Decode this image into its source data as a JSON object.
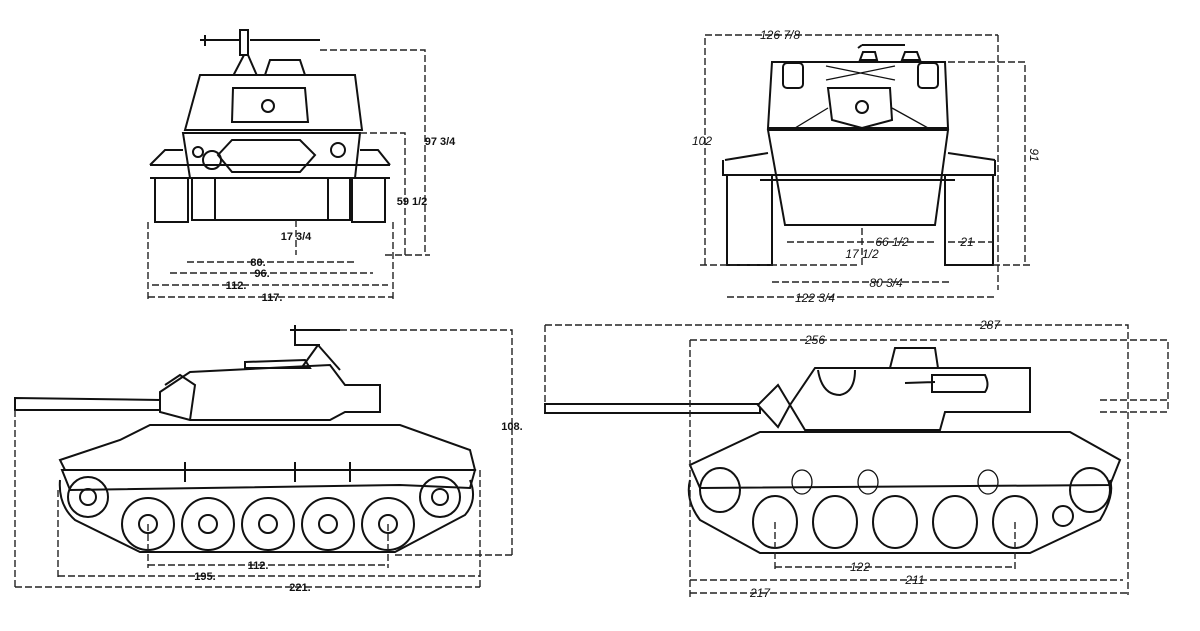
{
  "views": {
    "front_left": {
      "dimensions": {
        "height_total": "97 3/4",
        "hull_height": "59 1/2",
        "ground_clearance": "17 3/4",
        "track_inner": "80.",
        "track_center": "96.",
        "track_outer": "112.",
        "overall_width": "117."
      }
    },
    "rear_right": {
      "dimensions": {
        "overall_width_top": "126 7/8",
        "height_left": "102",
        "height_right": "91",
        "inner_span": "66 1/2",
        "track_width": "21",
        "ground_clearance": "17 1/2",
        "track_center": "80 3/4",
        "overall_width": "122 3/4"
      }
    },
    "side_left": {
      "dimensions": {
        "height": "108.",
        "wheelbase": "112.",
        "hull_length": "195.",
        "overall_length": "221."
      }
    },
    "side_right": {
      "dimensions": {
        "overall_length": "287",
        "turret_length": "256",
        "wheelbase": "122",
        "track_length": "211",
        "hull_length": "217"
      }
    }
  }
}
